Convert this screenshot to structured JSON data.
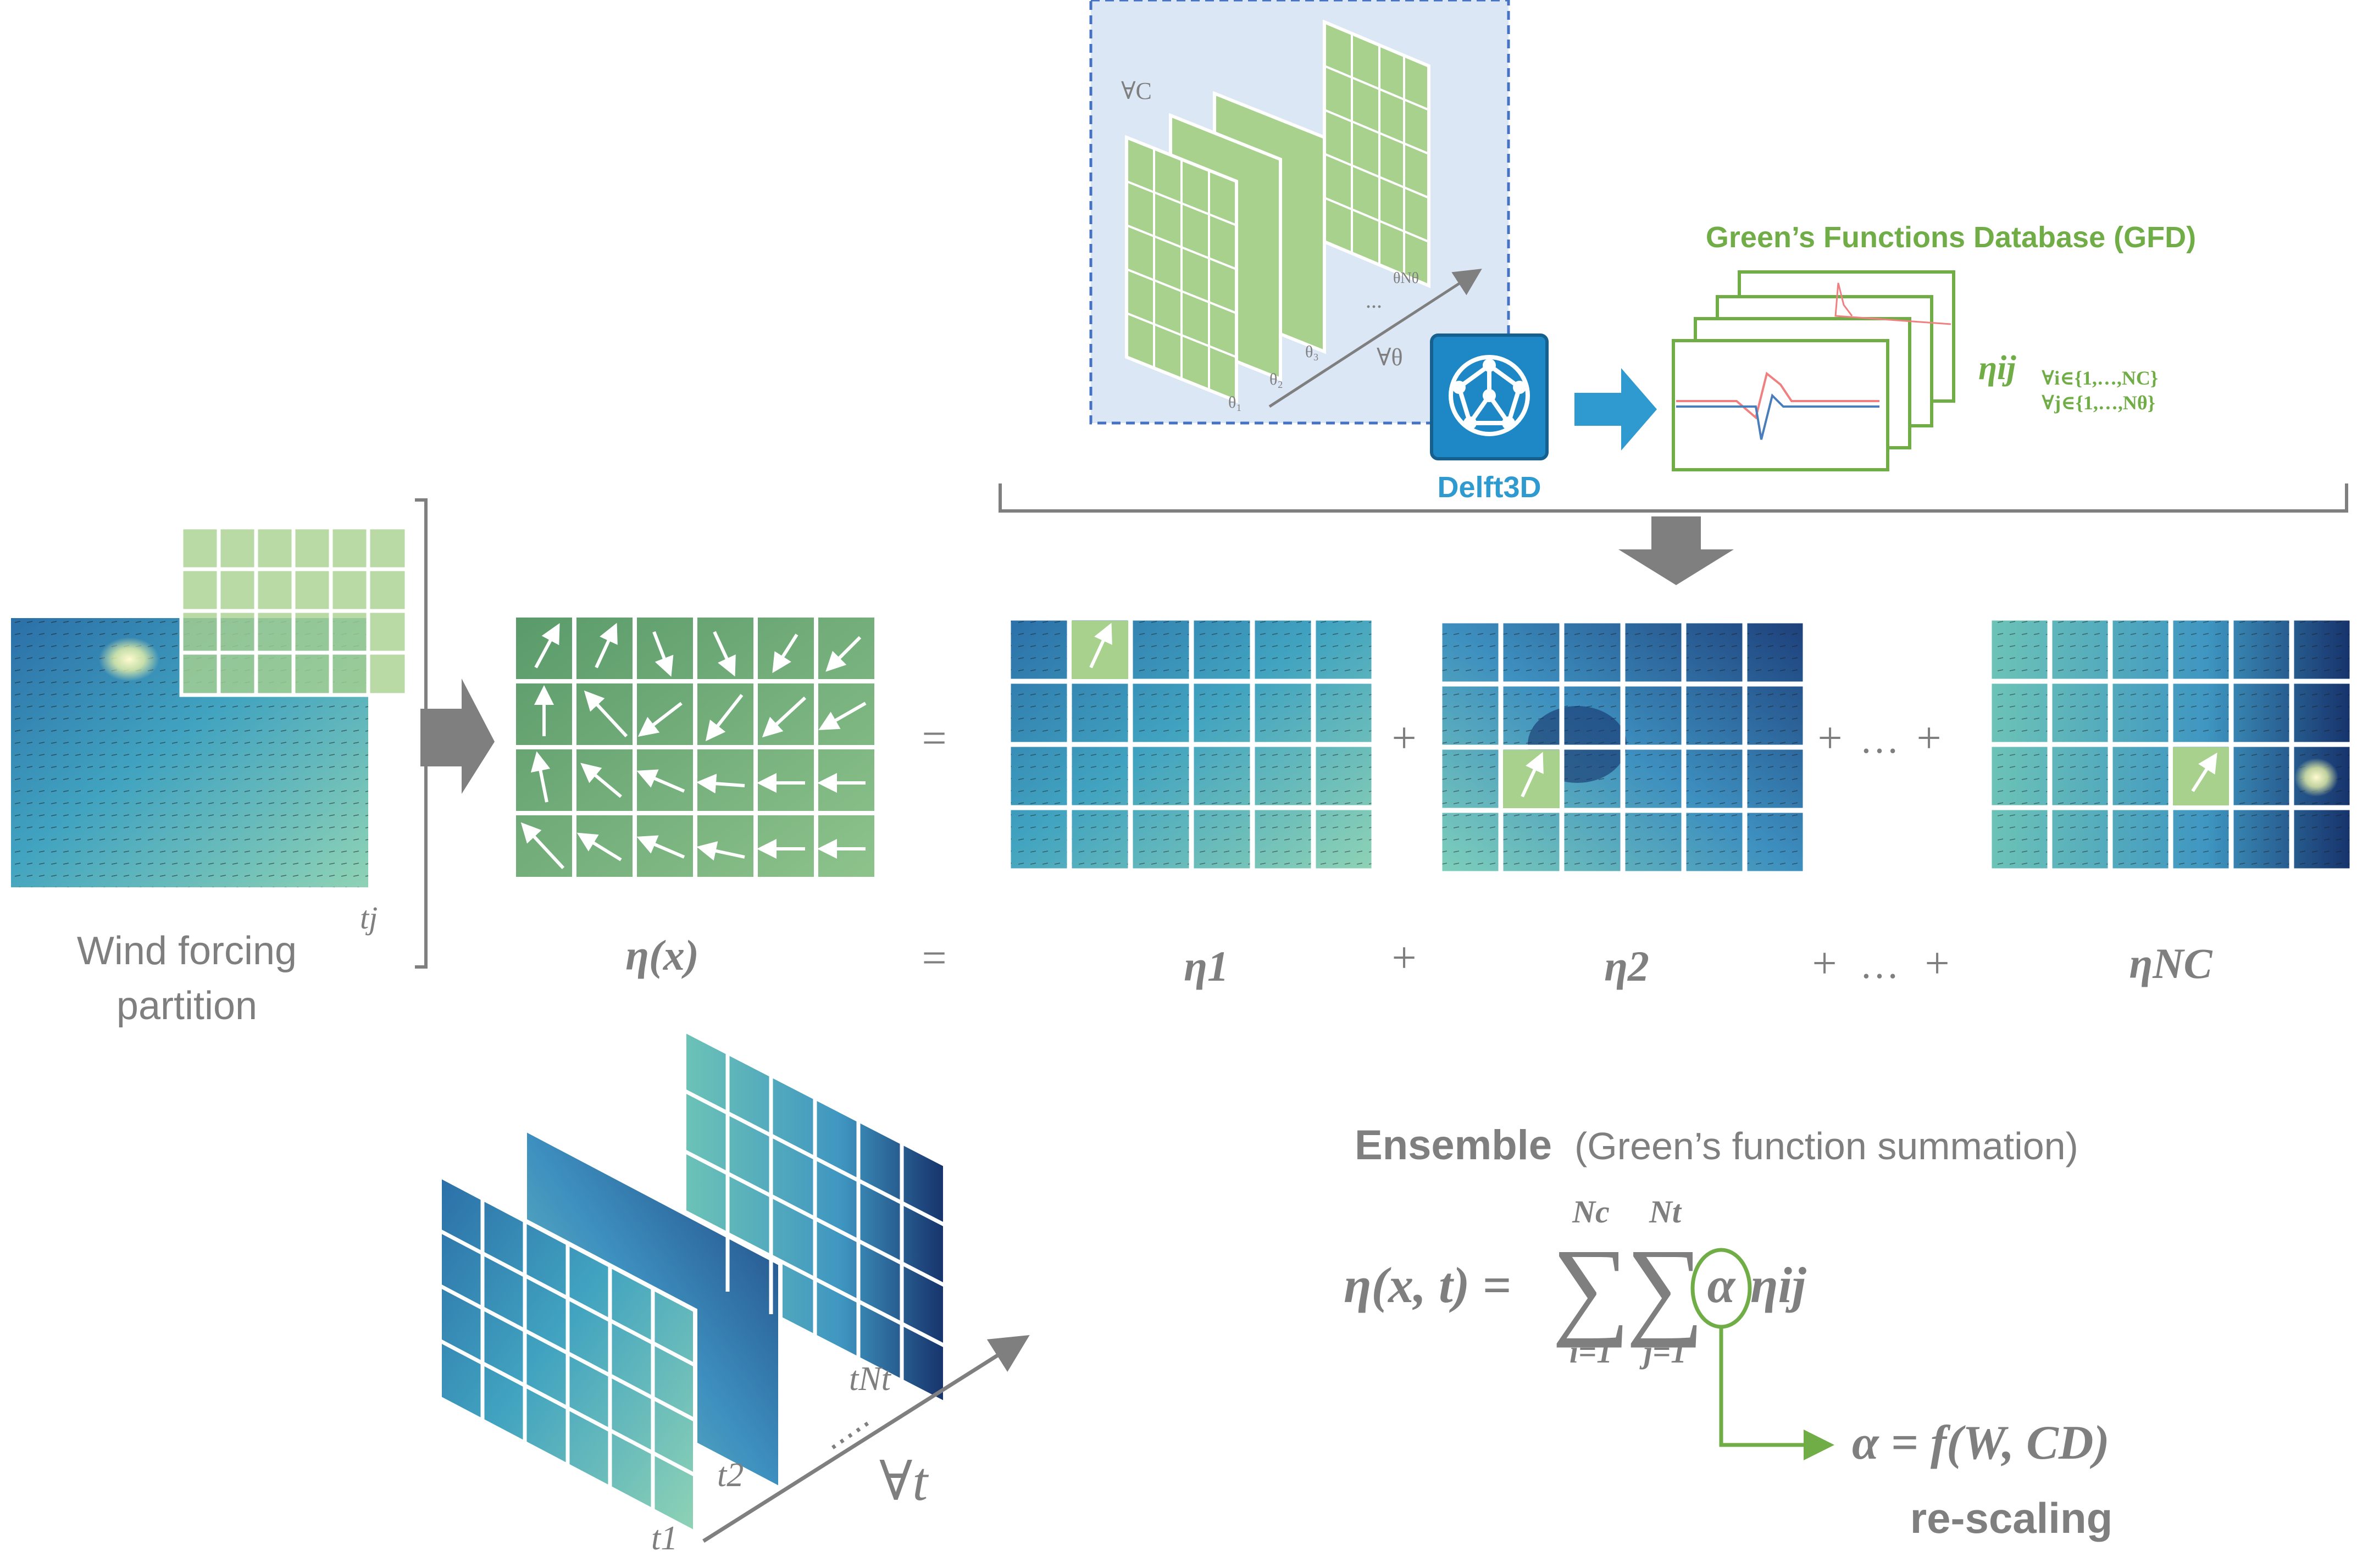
{
  "top_panel": {
    "forall_c": "∀C",
    "forall_theta": "∀θ",
    "theta_1": "θ₁",
    "theta_2": "θ₂",
    "theta_3": "θ₃",
    "theta_n": "θNθ",
    "dots": "..."
  },
  "delft": {
    "label": "Delft3D"
  },
  "gfd": {
    "title": "Green’s Functions Database (GFD)",
    "eta_ij": "ηij",
    "cond_i": "∀i∈{1,…,NC}",
    "cond_j": "∀j∈{1,…,Nθ}"
  },
  "wind": {
    "label_line1": "Wind forcing",
    "label_line2": "partition",
    "tj": "tj"
  },
  "equation_row": {
    "eta_x": "η(x)",
    "equals": "=",
    "eta_1": "η1",
    "eta_2": "η2",
    "eta_nc": "ηNC",
    "plus": "+",
    "dots": "…"
  },
  "time_stack": {
    "t1": "t1",
    "t2": "t2",
    "tnt": "tNt",
    "forall_t": "∀t"
  },
  "ensemble": {
    "title_bold": "Ensemble",
    "title_rest": "(Green’s function summation)",
    "lhs": "η(x, t) =",
    "sum1_top": "Nc",
    "sum1_bottom": "i=1",
    "sum2_top": "Nt",
    "sum2_bottom": "j=1",
    "alpha": "α",
    "eta_ij": "ηij",
    "rescale_eq": "α = f(W, CD)",
    "rescale_label": "re-scaling"
  },
  "colors": {
    "gray": "#7f7f7f",
    "green": "#70ad47",
    "light_green": "#a9d18e",
    "blue": "#2e9ad0",
    "ocean_dark": "#1f4e8c",
    "ocean_light": "#7fcdbb"
  }
}
